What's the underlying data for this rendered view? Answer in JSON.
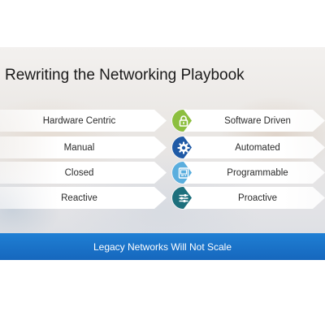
{
  "slide": {
    "title": "Rewriting the Networking Playbook",
    "rows": [
      {
        "from": "Hardware Centric",
        "to": "Software Driven",
        "icon": "lock-icon",
        "color": "#8cbf3f"
      },
      {
        "from": "Manual",
        "to": "Automated",
        "icon": "gear-icon",
        "color": "#1f5aa6"
      },
      {
        "from": "Closed",
        "to": "Programmable",
        "icon": "programmable-icon",
        "color": "#5aaede"
      },
      {
        "from": "Reactive",
        "to": "Proactive",
        "icon": "sliders-icon",
        "color": "#1d6f7c"
      }
    ],
    "banner": "Legacy Networks Will Not Scale",
    "colors": {
      "banner": "#1a72c9",
      "text": "#2b2b2b"
    }
  }
}
